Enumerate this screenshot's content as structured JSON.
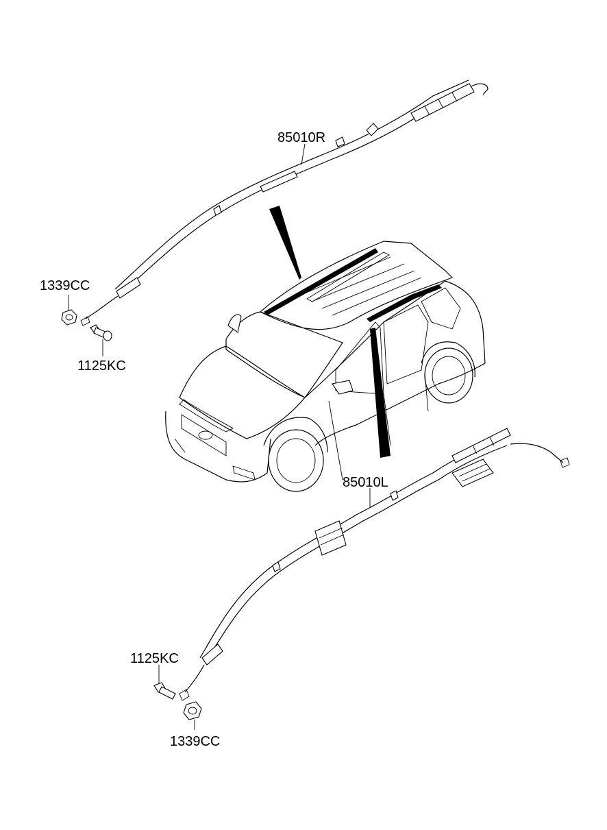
{
  "labels": {
    "airbag_right": "85010R",
    "airbag_left": "85010L",
    "nut_top": "1339CC",
    "bolt_top": "1125KC",
    "bolt_bottom": "1125KC",
    "nut_bottom": "1339CC"
  }
}
